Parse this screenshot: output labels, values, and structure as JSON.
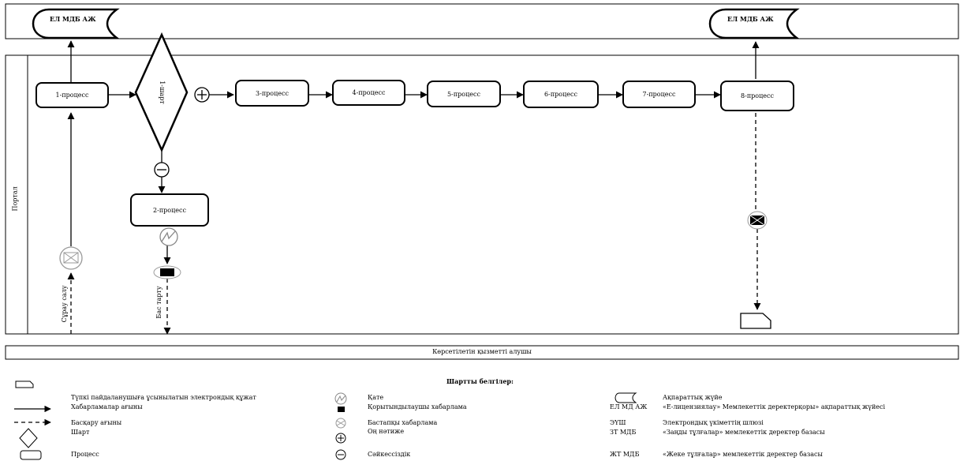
{
  "is_title_top": "ЕЛ МДБ АЖ",
  "is_title_top_right": "ЕЛ МДБ АЖ",
  "lane_portal": "Портал",
  "lane_consumer": "Көрсетілетін қызметті алушы",
  "nodes": {
    "p1": "1-процесс",
    "cond": "1-шарт",
    "p2": "2-процесс",
    "p3": "3-процесс",
    "p4": "4-процесс",
    "p5": "5-процесс",
    "p6": "6-процесс",
    "p7": "7-процесс",
    "p8": "8-процесс"
  },
  "edge_labels": {
    "request": "Сұрау салу",
    "sign": "Бас тарту"
  },
  "legend": {
    "title": "Шартты белгілер:",
    "left": [
      {
        "icon": "document-icon",
        "text": "Түпкі пайдаланушыға ұсынылатын электрондық құжат"
      },
      {
        "icon": "solid-arrow-icon",
        "text": "Хабарламалар ағыны"
      },
      {
        "icon": "dashed-arrow-icon",
        "text": "Басқару ағыны"
      },
      {
        "icon": "diamond-icon",
        "text": "Шарт"
      },
      {
        "icon": "process-icon",
        "text": "Процесс"
      }
    ],
    "middle": [
      {
        "icon": "error-icon",
        "text": "Қате"
      },
      {
        "icon": "message-black-icon",
        "text": "Қорытындылаушы хабарлама"
      },
      {
        "icon": "start-message-icon",
        "text": "Бастапқы хабарлама"
      },
      {
        "icon": "plus-icon",
        "text": "Оң нәтиже"
      },
      {
        "icon": "minus-icon",
        "text": "Сәйкессіздік"
      }
    ],
    "right": [
      {
        "icon": "system-icon",
        "abbr": "",
        "text": "Ақпараттық жүйе"
      },
      {
        "icon": "",
        "abbr": "ЕЛ МД АЖ",
        "text": "«Е-лицензиялау» Мемлекеттік деректерқоры» ақпараттық жүйесі"
      },
      {
        "icon": "",
        "abbr": "ЭҮШ",
        "text": "Электрондық үкіметтің шлюзі"
      },
      {
        "icon": "",
        "abbr": "ЗТ МДБ",
        "text": "«Заңды тұлғалар» мемлекеттік деректер базасы"
      },
      {
        "icon": "",
        "abbr": "ЖТ МДБ",
        "text": "«Жеке тұлғалар» мемлекеттік деректер базасы"
      }
    ]
  }
}
